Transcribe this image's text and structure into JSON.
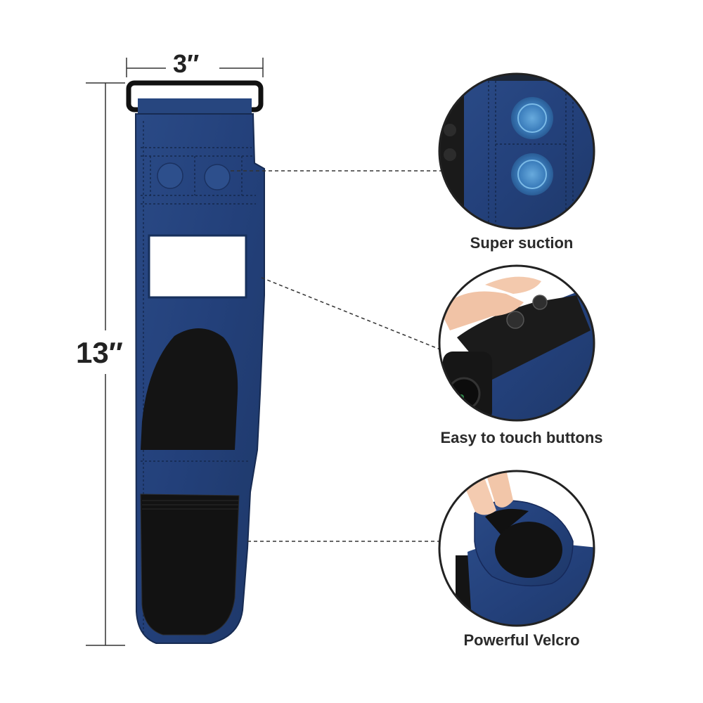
{
  "dimensions": {
    "width": "3″",
    "height": "13″"
  },
  "features": [
    {
      "caption": "Super suction",
      "icon": "suction-cups-closeup"
    },
    {
      "caption": "Easy to touch buttons",
      "icon": "finger-pressing-buttons-closeup"
    },
    {
      "caption": "Powerful Velcro",
      "icon": "velcro-flap-closeup"
    }
  ],
  "colors": {
    "strap_blue": "#25427a",
    "strap_dark": "#1b3260",
    "velcro_black": "#141414",
    "metal_ring": "#111111",
    "leader_line": "#333333"
  }
}
